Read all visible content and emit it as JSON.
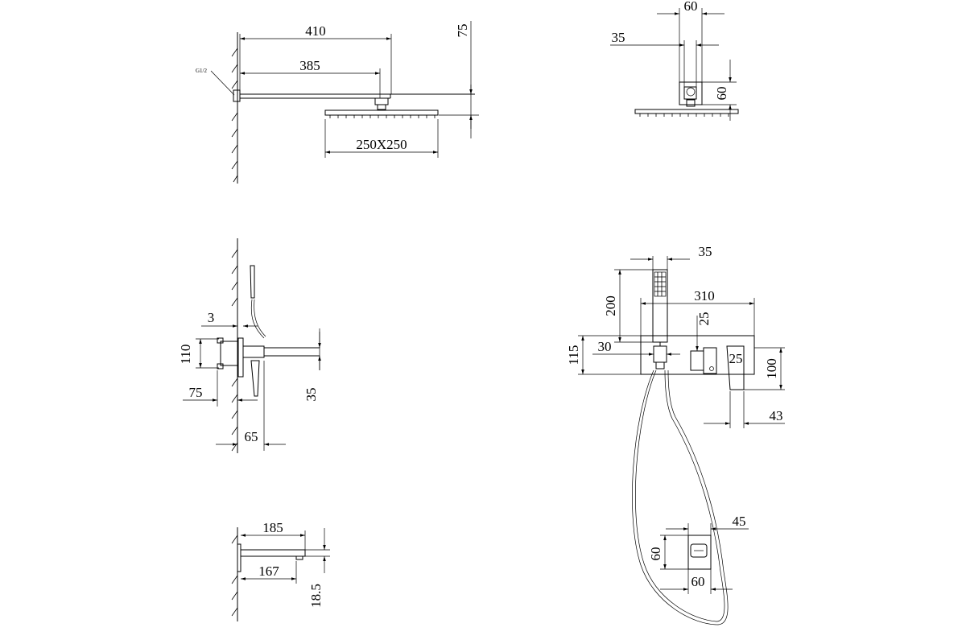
{
  "top_left": {
    "d410": "410",
    "d385": "385",
    "d75": "75",
    "thread": "G1/2",
    "head": "250X250"
  },
  "top_right": {
    "d60": "60",
    "d35": "35",
    "d60v": "60"
  },
  "mid_left": {
    "d3": "3",
    "d110": "110",
    "d75": "75",
    "d35": "35",
    "d65": "65"
  },
  "mid_right": {
    "d35": "35",
    "d200": "200",
    "d310": "310",
    "d25a": "25",
    "d115": "115",
    "d30": "30",
    "d25b": "25",
    "d100": "100",
    "d43": "43"
  },
  "bottom_left": {
    "d185": "185",
    "d167": "167",
    "d185v": "18.5"
  },
  "bottom_right": {
    "d45": "45",
    "d60v": "60",
    "d60h": "60"
  }
}
